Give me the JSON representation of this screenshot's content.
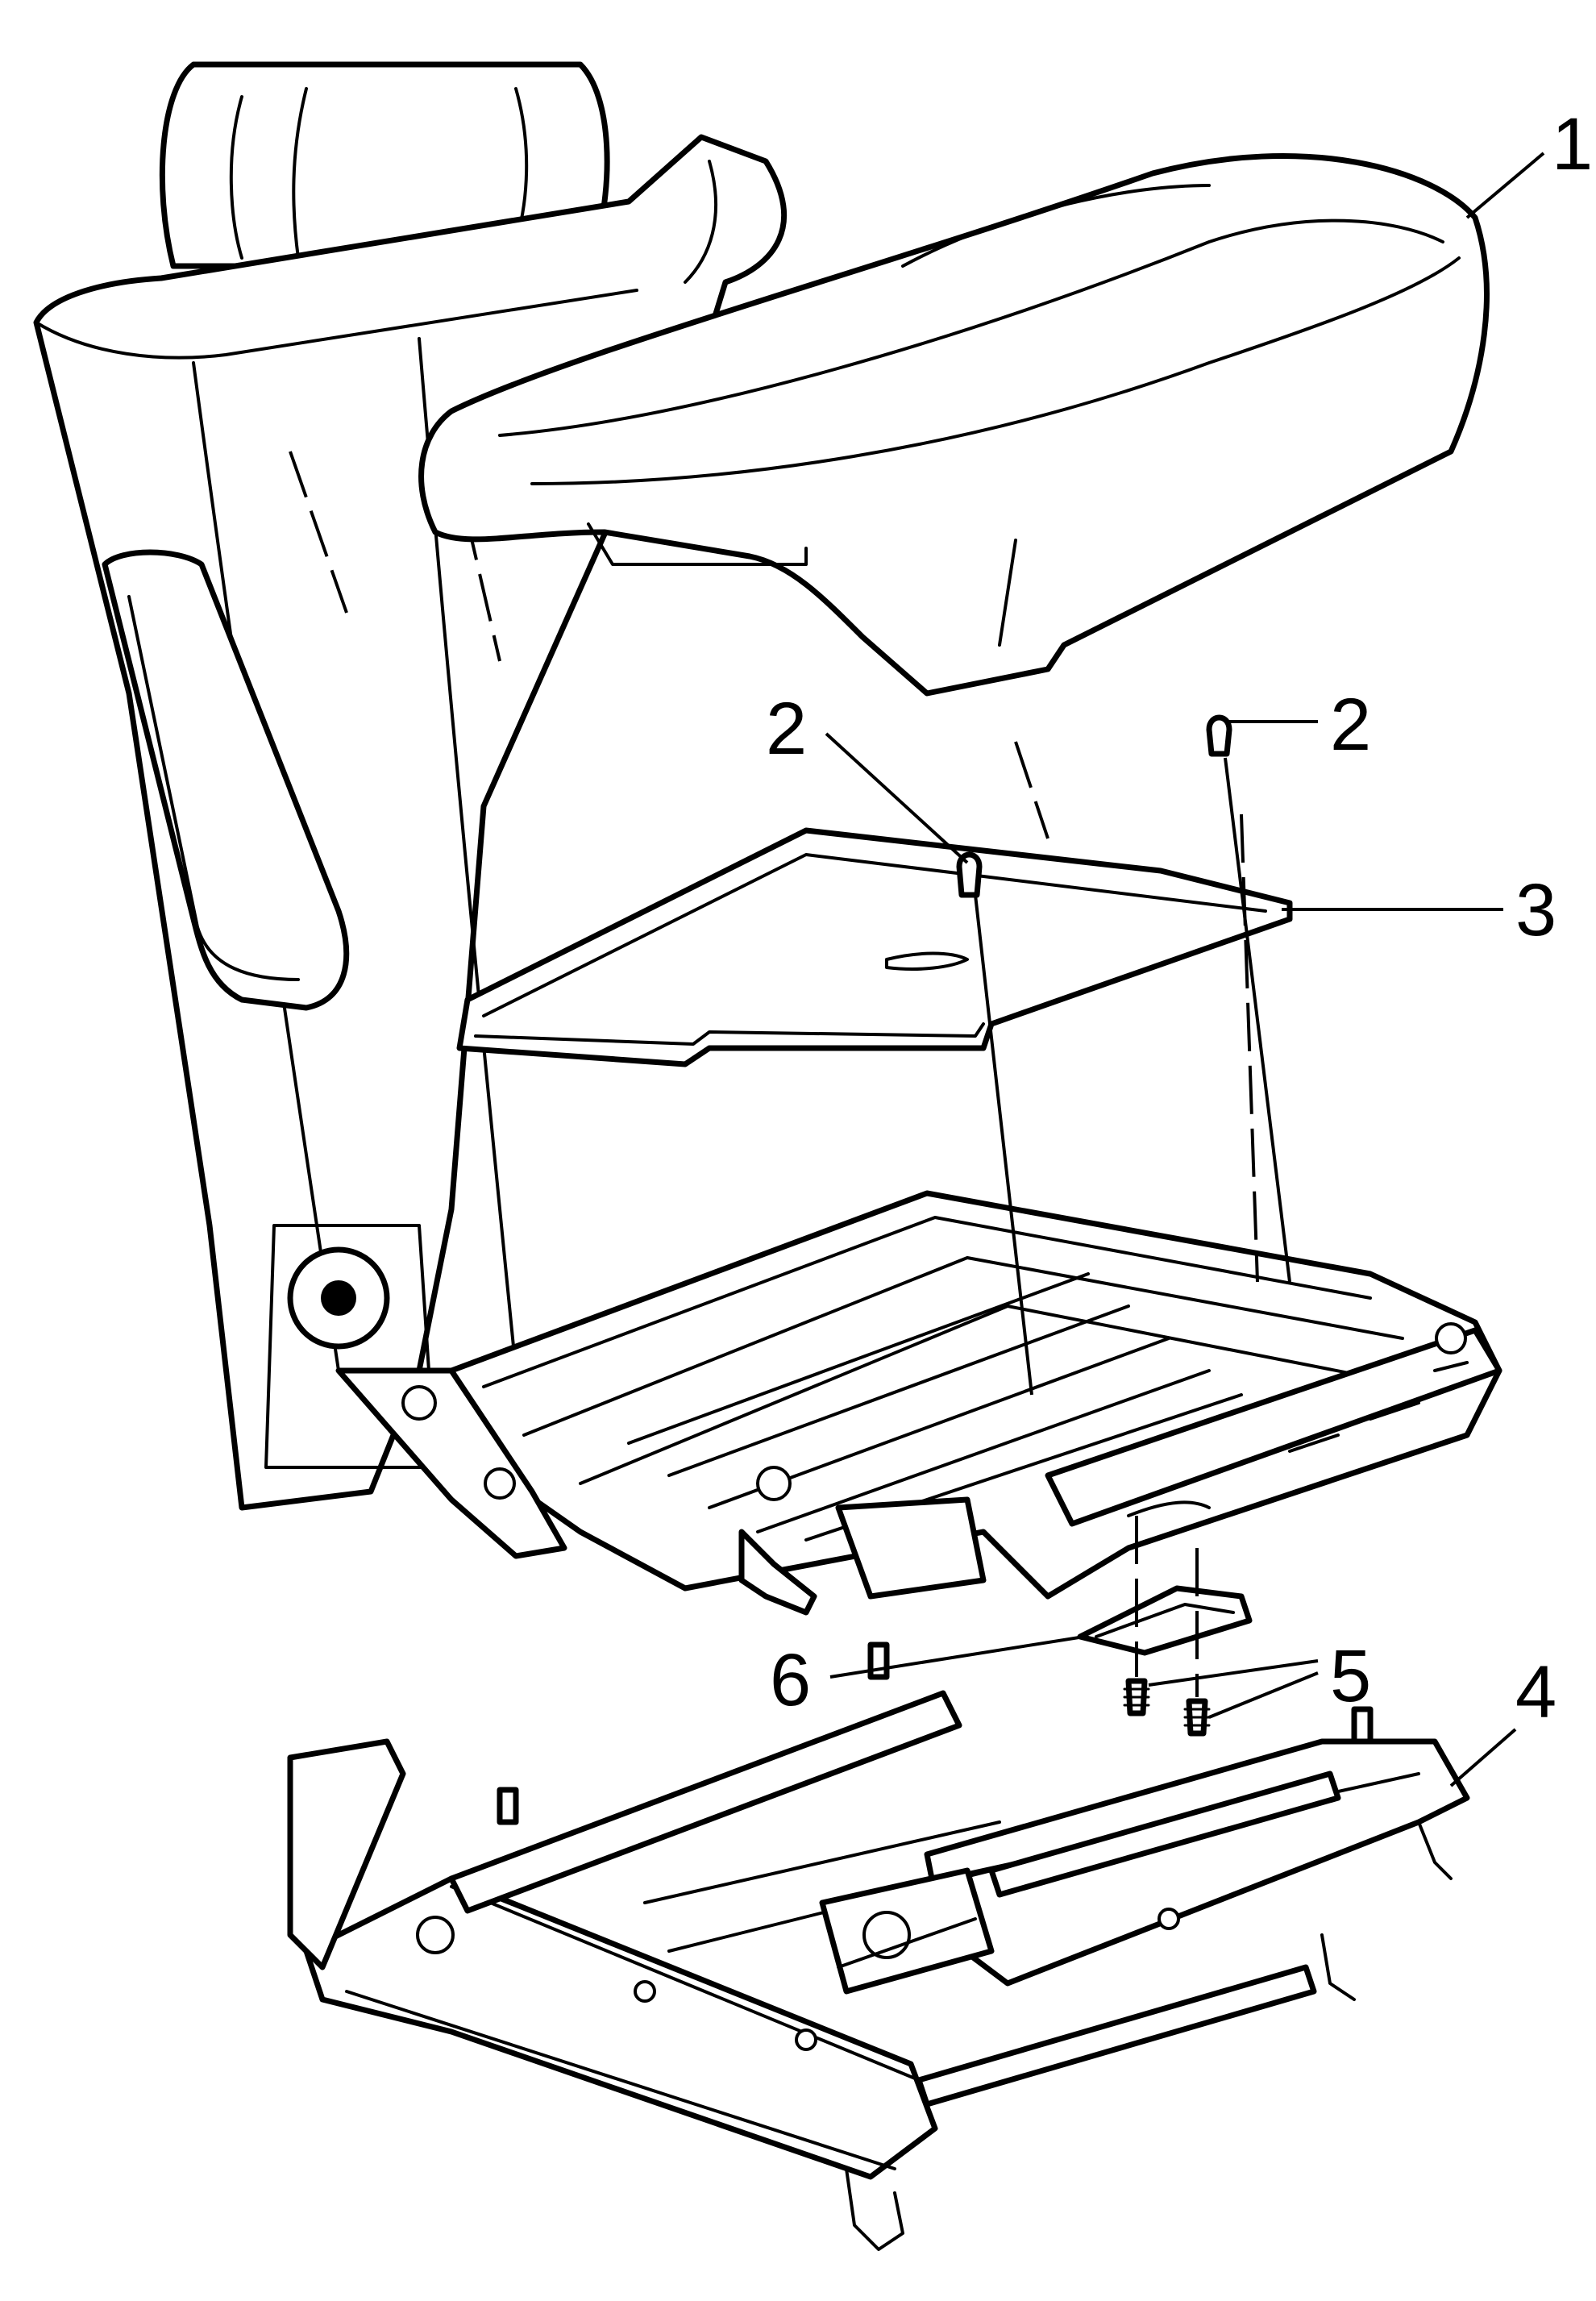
{
  "callouts": [
    {
      "id": "1",
      "label": "1"
    },
    {
      "id": "2a",
      "label": "2"
    },
    {
      "id": "2b",
      "label": "2"
    },
    {
      "id": "3",
      "label": "3"
    },
    {
      "id": "4",
      "label": "4"
    },
    {
      "id": "5",
      "label": "5"
    },
    {
      "id": "6",
      "label": "6"
    }
  ],
  "colors": {
    "line": "#000000",
    "background": "#ffffff"
  }
}
